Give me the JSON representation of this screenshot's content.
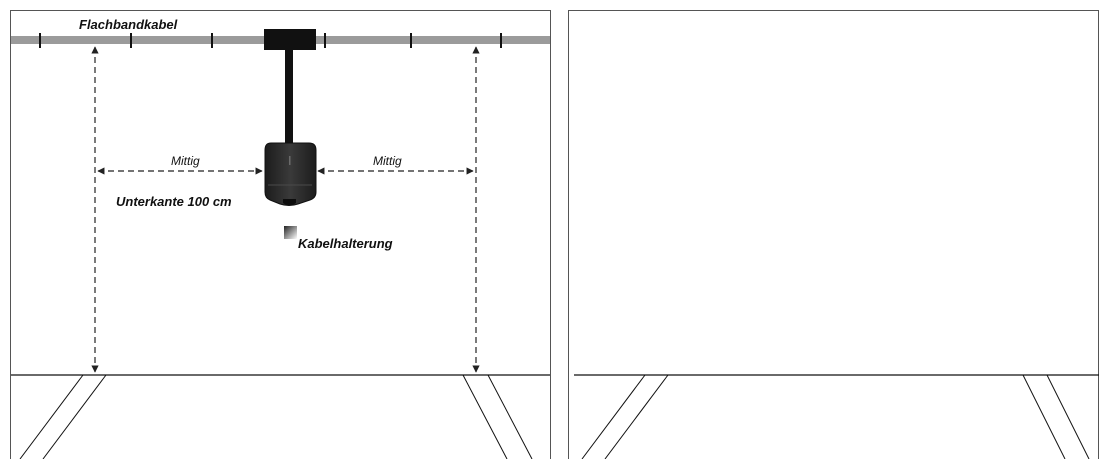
{
  "labels": {
    "flat_cable": "Flachbandkabel",
    "centered_left": "Mittig",
    "centered_right": "Mittig",
    "bottom_edge": "Unterkante 100 cm",
    "cable_holder": "Kabelhalterung"
  },
  "colors": {
    "cable": "#9b9b9b",
    "frame": "#555555",
    "device_body": "#2e2e2e",
    "device_edge": "#111111",
    "mount": "#111111",
    "dimension_line": "#222222"
  },
  "icons": {
    "device": "wallbox-charger-icon",
    "holder": "cable-holder-icon"
  }
}
